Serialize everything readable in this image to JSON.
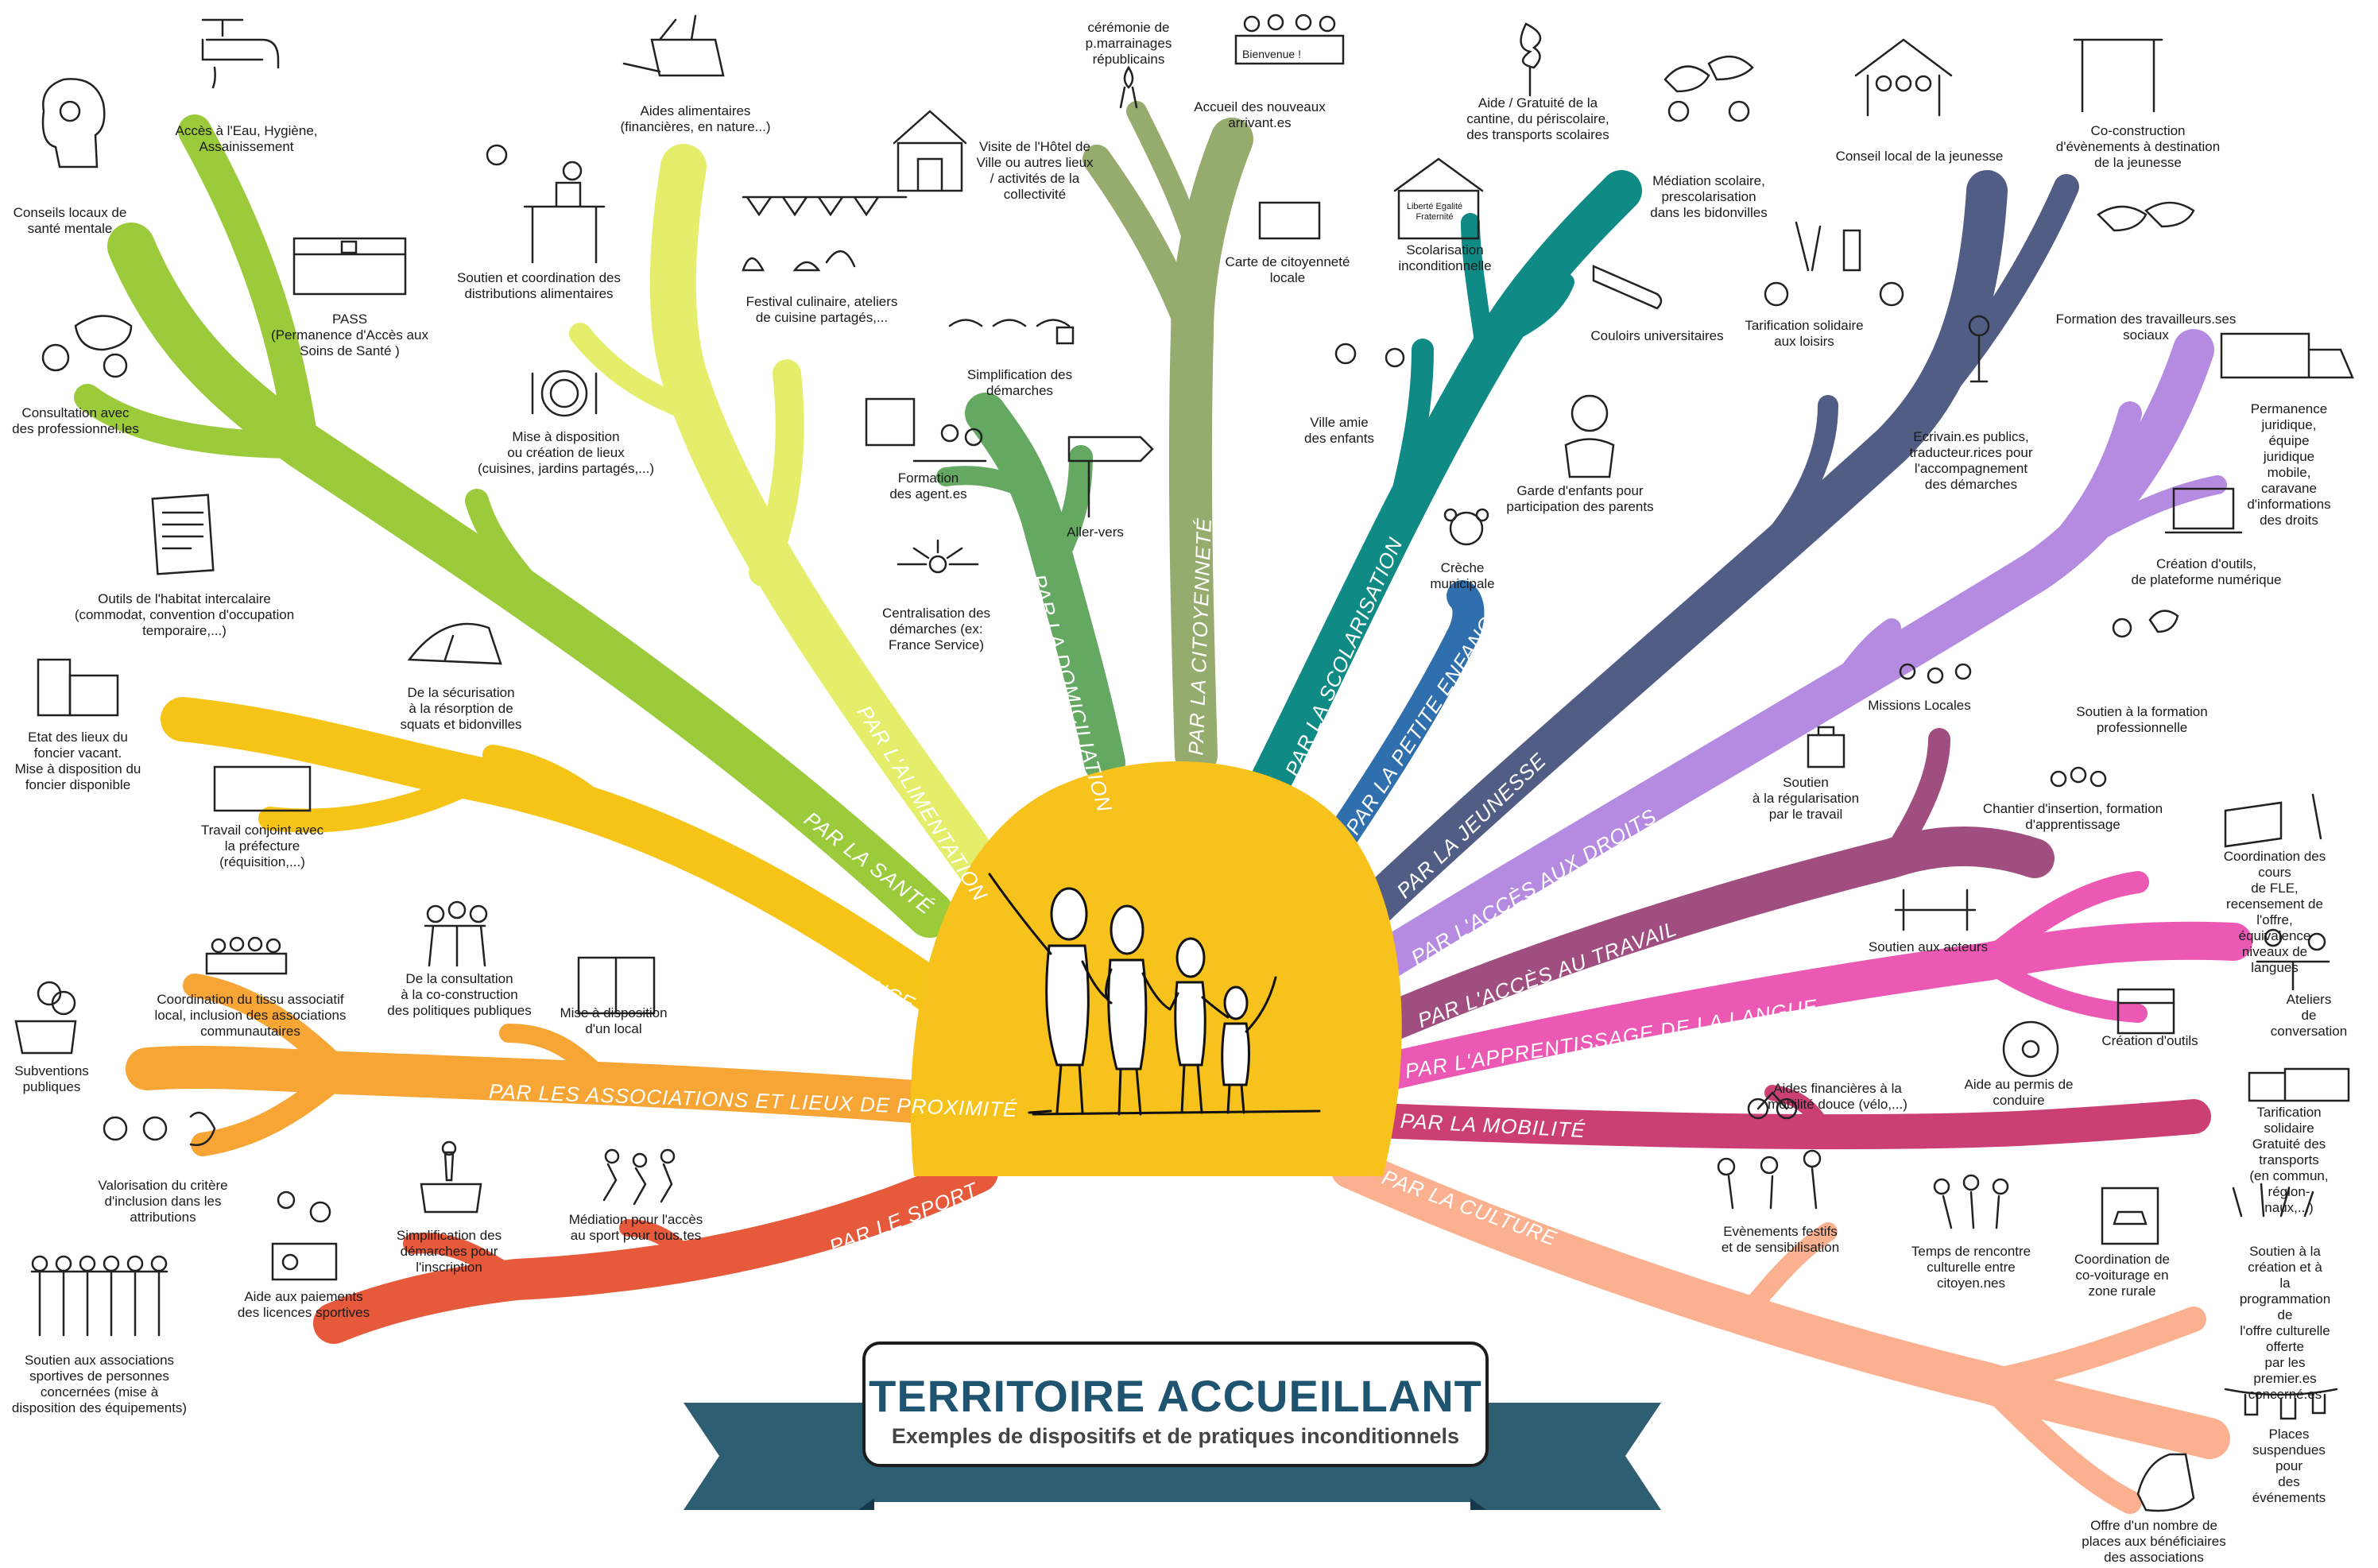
{
  "title": {
    "main": "TERRITOIRE ACCUEILLANT",
    "subtitle": "Exemples de dispositifs et de pratiques inconditionnels"
  },
  "colors": {
    "center": "#F7C21C",
    "title_text": "#1F5470",
    "ribbon": "#2E5E72",
    "sante": "#9BCB3B",
    "alimentation": "#E4EE6A",
    "residence": "#F6C417",
    "associations": "#F7A535",
    "sport": "#E6593A",
    "domiciliation": "#64A862",
    "citoyennete": "#96AB6E",
    "scolarisation": "#0F8A85",
    "petite_enfance": "#2F6FAE",
    "jeunesse": "#525D86",
    "droits": "#B58BE1",
    "travail": "#A04D7F",
    "langue": "#EC59B4",
    "mobilite": "#CB3F72",
    "culture": "#FBB090"
  },
  "branches": [
    {
      "id": "sante",
      "label": "PAR LA SANTÉ",
      "color": "#9BCB3B"
    },
    {
      "id": "alimentation",
      "label": "PAR L'ALIMENTATION",
      "color": "#E4EE6A"
    },
    {
      "id": "residence",
      "label": "PAR LA RÉSIDENCE",
      "color": "#F6C417"
    },
    {
      "id": "associations",
      "label": "PAR LES ASSOCIATIONS ET LIEUX DE PROXIMITÉ",
      "color": "#F7A535"
    },
    {
      "id": "sport",
      "label": "PAR LE SPORT",
      "color": "#E6593A"
    },
    {
      "id": "domiciliation",
      "label": "PAR LA DOMICILIATION",
      "color": "#64A862"
    },
    {
      "id": "citoyennete",
      "label": "PAR LA CITOYENNETÉ",
      "color": "#96AB6E"
    },
    {
      "id": "scolarisation",
      "label": "PAR LA SCOLARISATION",
      "color": "#0F8A85"
    },
    {
      "id": "petite_enfance",
      "label": "PAR LA PETITE ENFANCE",
      "color": "#2F6FAE"
    },
    {
      "id": "jeunesse",
      "label": "PAR LA JEUNESSE",
      "color": "#525D86"
    },
    {
      "id": "droits",
      "label": "PAR L'ACCÈS AUX DROITS",
      "color": "#B58BE1"
    },
    {
      "id": "travail",
      "label": "PAR L'ACCÈS AU TRAVAIL",
      "color": "#A04D7F"
    },
    {
      "id": "langue",
      "label": "PAR L'APPRENTISSAGE DE LA LANGUE",
      "color": "#EC59B4"
    },
    {
      "id": "mobilite",
      "label": "PAR LA MOBILITÉ",
      "color": "#CB3F72"
    },
    {
      "id": "culture",
      "label": "PAR LA CULTURE",
      "color": "#FBB090"
    }
  ],
  "items": {
    "eau": "Accès à l'Eau, Hygiène,\nAssainissement",
    "sante_mentale": "Conseils locaux de\nsanté mentale",
    "pass": "PASS\n(Permanence d'Accès aux\nSoins de Santé )",
    "consultation": "Consultation avec\ndes professionnel.les",
    "aides_alim": "Aides alimentaires\n(financières, en nature...)",
    "distrib_alim": "Soutien et coordination des\ndistributions alimentaires",
    "festival": "Festival culinaire, ateliers\nde cuisine partagés,...",
    "lieux": "Mise à disposition\nou création de lieux\n(cuisines, jardins partagés,...)",
    "habitat": "Outils de l'habitat intercalaire\n(commodat, convention d'occupation\ntemporaire,...)",
    "etat_lieux": "Etat des lieux du\nfoncier vacant.\nMise à disposition du\nfoncier disponible",
    "squats": "De la sécurisation\nà la résorption de\nsquats et bidonvilles",
    "prefecture": "Travail conjoint avec\nla préfecture\n(réquisition,...)",
    "coord_asso": "Coordination du tissu associatif\nlocal, inclusion des associations\ncommunautaires",
    "consult_pp": "De la consultation\nà la co-construction\ndes politiques publiques",
    "local": "Mise à disposition\nd'un local",
    "subventions": "Subventions\npubliques",
    "critere": "Valorisation du critère\nd'inclusion dans les\nattributions",
    "paiements": "Aide aux paiements\ndes licences sportives",
    "simpl_sport": "Simplification des\ndémarches pour\nl'inscription",
    "mediation_sport": "Médiation pour l'accès\nau sport pour tous.tes",
    "soutien_sport": "Soutien aux associations\nsportives de personnes\nconcernées (mise à\ndisposition des équipements)",
    "simplification": "Simplification des\ndémarches",
    "formation_agents": "Formation\ndes agent.es",
    "aller_vers": "Aller-vers",
    "centralisation": "Centralisation des\ndémarches (ex:\nFrance Service)",
    "ceremonie": "cérémonie de\np.marrainages\nrépublicains",
    "accueil": "Accueil des nouveaux\narrivant.es",
    "bienvenue": "Bienvenue !",
    "hotel_ville": "Visite de l'Hôtel de\nVille ou autres lieux\n/ activités de la\ncollectivité",
    "carte": "Carte de citoyenneté\nlocale",
    "gratuite": "Aide / Gratuité de la\ncantine, du périscolaire,\ndes transports scolaires",
    "scolarisation_incond": "Scolarisation\ninconditionnelle",
    "school_sign": "Liberté Egalité\nFraternité",
    "mediation_scol": "Médiation scolaire,\nprescolarisation\ndans les bidonvilles",
    "couloirs": "Couloirs universitaires",
    "ville_amie": "Ville amie\ndes enfants",
    "garde": "Garde d'enfants pour\nparticipation des parents",
    "creche": "Crèche\nmunicipale",
    "conseil_jeunesse": "Conseil local de la jeunesse",
    "coconstruction": "Co-construction\nd'évènements à destination\nde la jeunesse",
    "loisirs": "Tarification solidaire\naux loisirs",
    "formation_travailleurs": "Formation des travailleurs.ses\nsociaux",
    "permanence": "Permanence juridique,\néquipe juridique mobile,\ncaravane d'informations\ndes droits",
    "ecrivain": "Ecrivain.es publics,\ntraducteur.rices pour\nl'accompagnement\ndes démarches",
    "outils": "Création d'outils,\nde plateforme numérique",
    "missions": "Missions Locales",
    "formation_pro": "Soutien à la formation\nprofessionnelle",
    "regularisation": "Soutien\nà la régularisation\npar le travail",
    "chantier": "Chantier d'insertion, formation\nd'apprentissage",
    "acteurs": "Soutien aux acteurs",
    "fle": "Coordination des cours\nde FLE, recensement de\nl'offre, équivalence\nniveaux de langues",
    "ateliers": "Ateliers\nde conversation",
    "creation_outils": "Création d'outils",
    "velo": "Aides financières à la\nmobilité douce (vélo,...)",
    "permis": "Aide au permis de\nconduire",
    "transports": "Tarification solidaire\nGratuité des transports\n(en commun, région-\nnaux,...)",
    "evenements": "Evènements festifs\net de sensibilisation",
    "rencontre": "Temps de rencontre\nculturelle entre\ncitoyen.nes",
    "covoiturage": "Coordination de\nco-voiturage en\nzone rurale",
    "creation_culture": "Soutien à la création et à\nla programmation de\nl'offre culturelle offerte\npar les premier.es\nconcerné.es",
    "places_suspendues": "Places suspendues pour\ndes événements",
    "places_offertes": "Offre d'un nombre de\nplaces aux bénéficiaires\ndes associations"
  }
}
